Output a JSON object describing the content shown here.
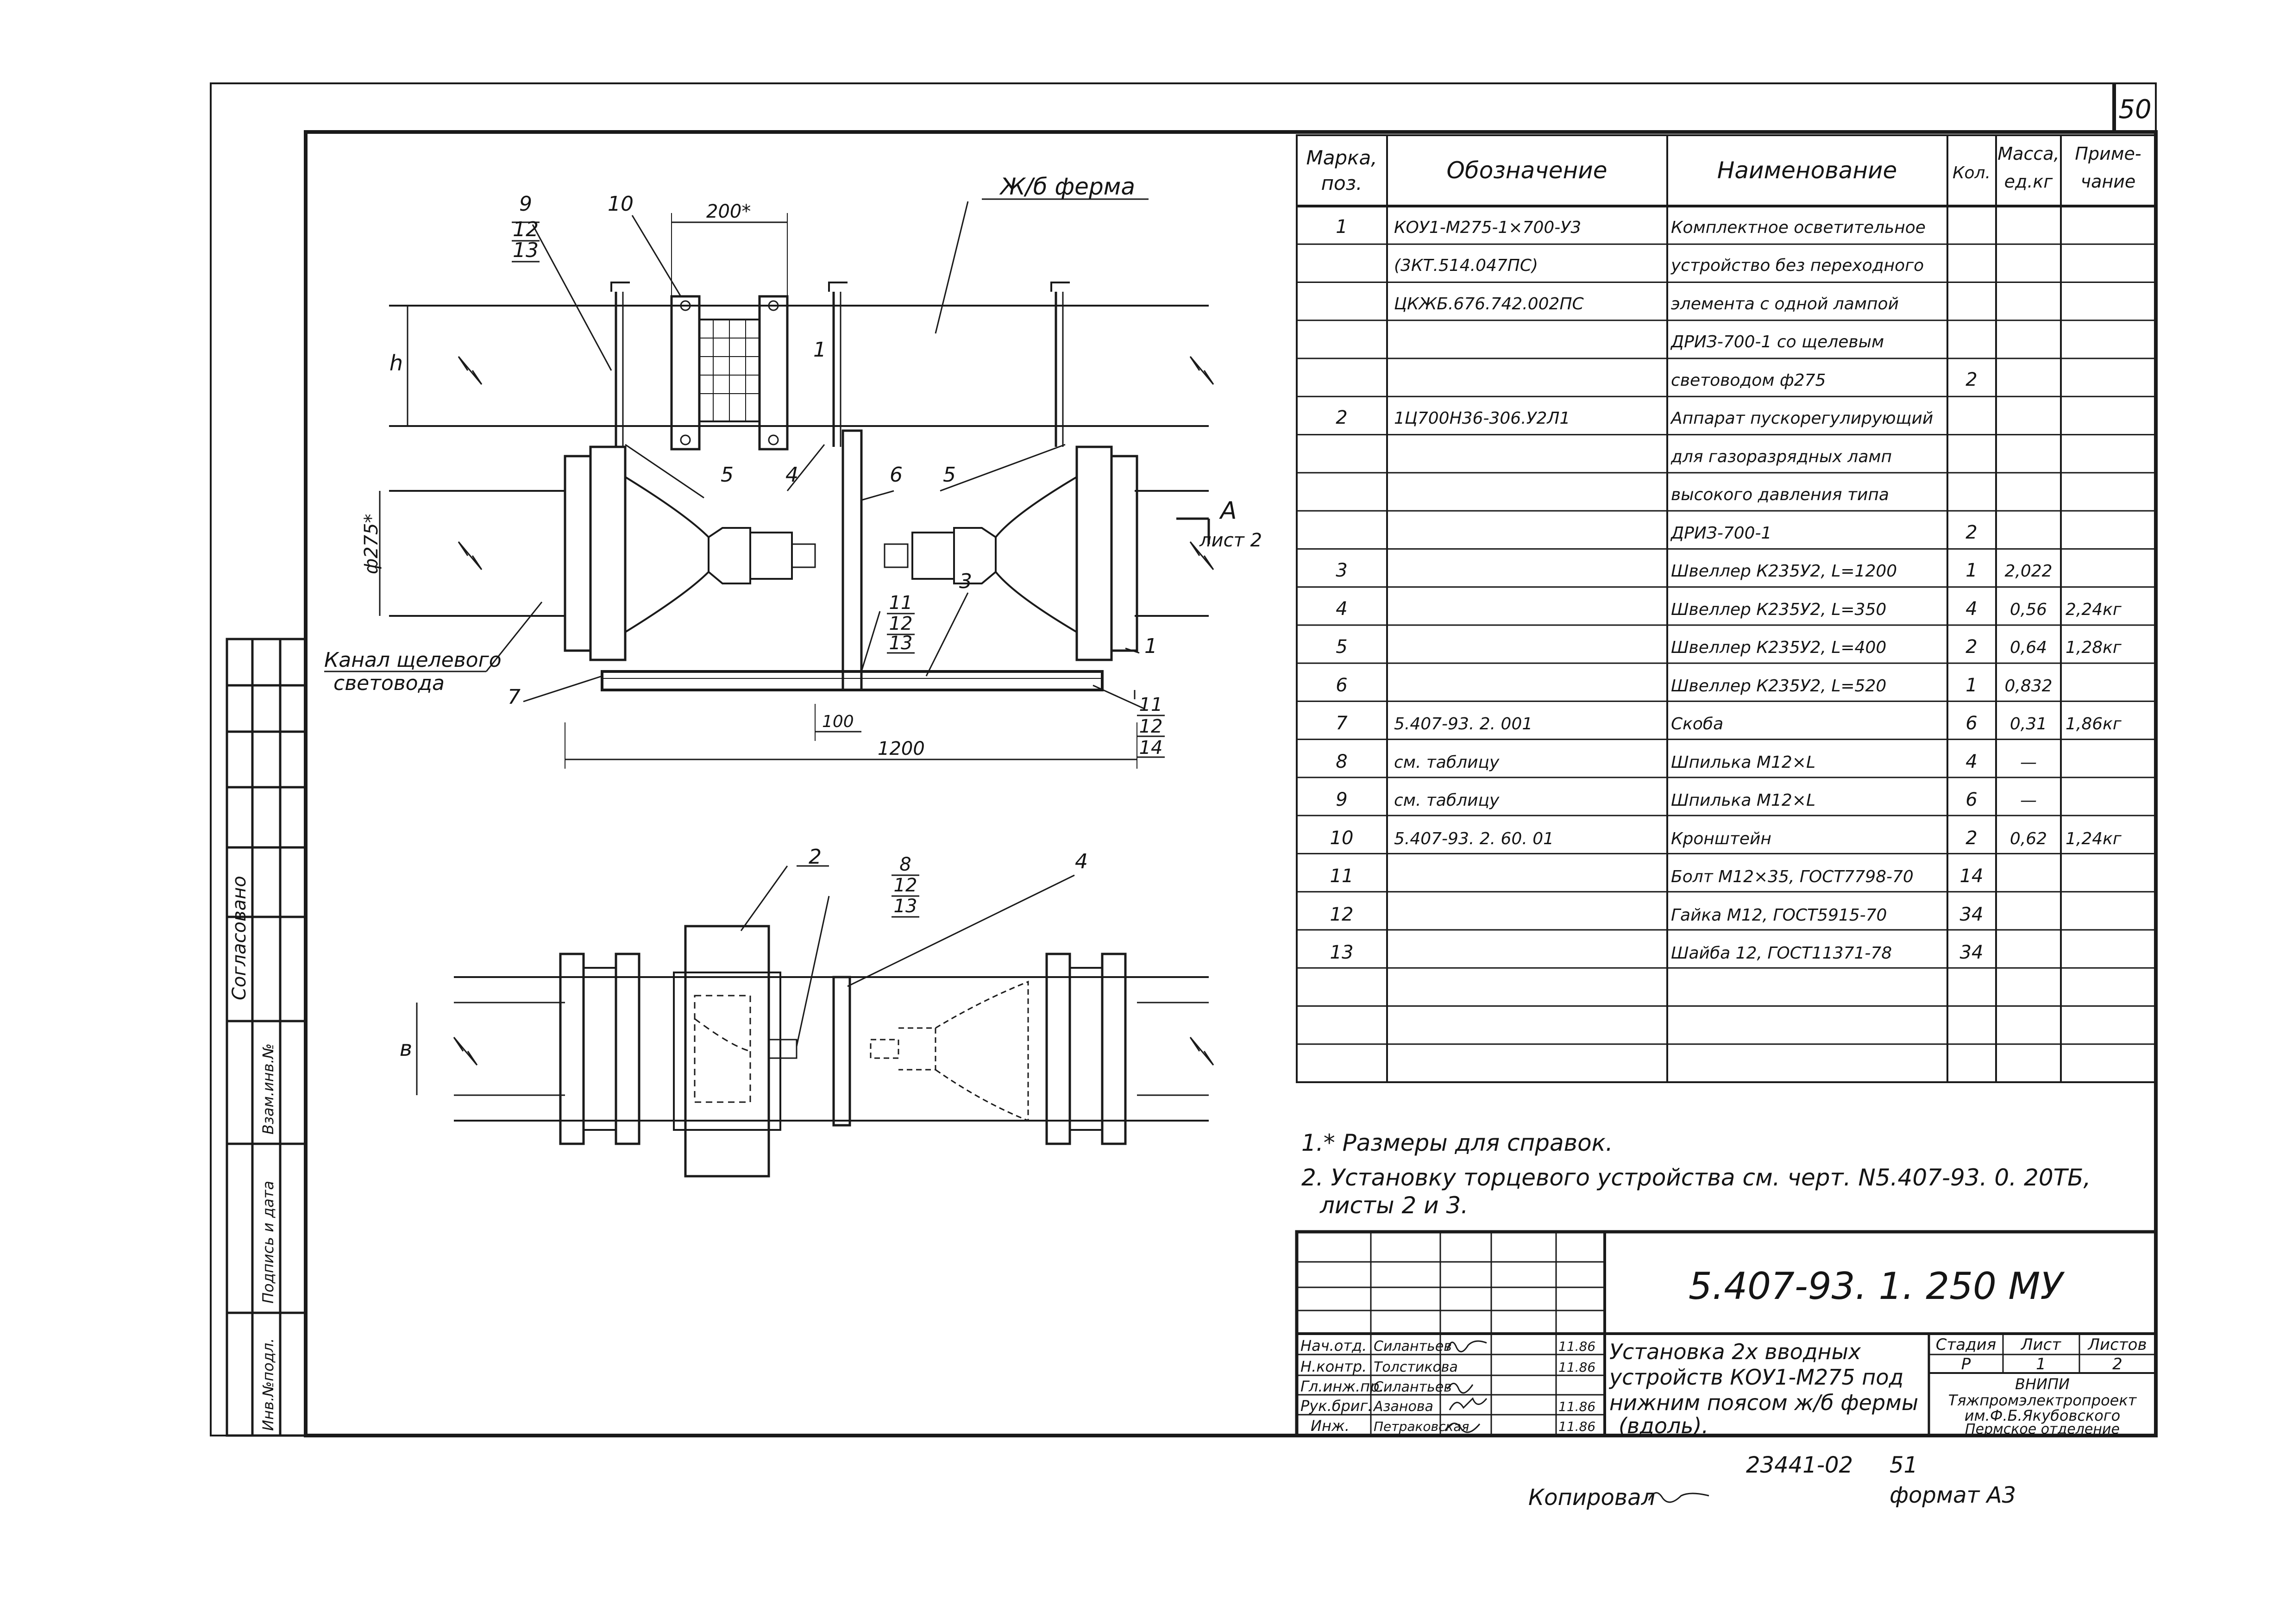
{
  "sheet_number": "50",
  "drawing_code": "5.407-93. 1. 250 МУ",
  "title_lines": [
    "Установка 2х вводных",
    "устройств КОУ1-М275 под",
    "нижним поясом ж/б фермы",
    "(вдоль)."
  ],
  "org_lines": [
    "ВНИПИ",
    "Тяжпромэлектропроект",
    "им.Ф.Б.Якубовского",
    "Пермское отделение"
  ],
  "stage_header": {
    "stage": "Стадия",
    "sheet": "Лист",
    "sheets": "Листов"
  },
  "stage_values": {
    "stage": "Р",
    "sheet": "1",
    "sheets": "2"
  },
  "signatures": [
    {
      "role": "Нач.отд.",
      "name": "Силантьев",
      "date": "11.86"
    },
    {
      "role": "Н.контр.",
      "name": "Толстикова",
      "date": "11.86"
    },
    {
      "role": "Гл.инж.пр.",
      "name": "Силантьев",
      "date": ""
    },
    {
      "role": "Рук.бриг.",
      "name": "Азанова",
      "date": "11.86"
    },
    {
      "role": "Инж.",
      "name": "Петраковская",
      "date": "11.86"
    }
  ],
  "side_stamp": {
    "agreed": "Согласовано",
    "inv_sub": "Взам.инв.№",
    "sign_date": "Подпись и дата",
    "inv_orig": "Инв.№подл."
  },
  "footer": {
    "archive": "23441-02",
    "page": "51",
    "copied": "Копировал",
    "format": "формат А3"
  },
  "notes": [
    "1.* Размеры для справок.",
    "2. Установку торцевого устройства см. черт. N5.407-93. 0. 20ТБ,",
    "листы 2 и 3."
  ],
  "spec_table": {
    "headers": {
      "mark": [
        "Марка,",
        "поз."
      ],
      "designation": "Обозначение",
      "name": "Наименование",
      "qty": "Кол.",
      "mass": [
        "Масса,",
        "ед.кг"
      ],
      "note": [
        "Приме-",
        "чание"
      ]
    },
    "rows": [
      {
        "mark": "1",
        "designation": "КОУ1-М275-1×700-У3",
        "name": "Комплектное осветительное",
        "qty": "",
        "mass": "",
        "note": ""
      },
      {
        "mark": "",
        "designation": "(3КТ.514.047ПС)",
        "name": "устройство без переходного",
        "qty": "",
        "mass": "",
        "note": ""
      },
      {
        "mark": "",
        "designation": "ЦКЖБ.676.742.002ПС",
        "name": "элемента с одной лампой",
        "qty": "",
        "mass": "",
        "note": ""
      },
      {
        "mark": "",
        "designation": "",
        "name": "ДРИЗ-700-1 со щелевым",
        "qty": "",
        "mass": "",
        "note": ""
      },
      {
        "mark": "",
        "designation": "",
        "name": "световодом ф275",
        "qty": "2",
        "mass": "",
        "note": ""
      },
      {
        "mark": "2",
        "designation": "1Ц700Н36-306.У2Л1",
        "name": "Аппарат пускорегулирующий",
        "qty": "",
        "mass": "",
        "note": ""
      },
      {
        "mark": "",
        "designation": "",
        "name": "для газоразрядных ламп",
        "qty": "",
        "mass": "",
        "note": ""
      },
      {
        "mark": "",
        "designation": "",
        "name": "высокого давления типа",
        "qty": "",
        "mass": "",
        "note": ""
      },
      {
        "mark": "",
        "designation": "",
        "name": "ДРИЗ-700-1",
        "qty": "2",
        "mass": "",
        "note": ""
      },
      {
        "mark": "3",
        "designation": "",
        "name": "Швеллер К235У2, L=1200",
        "qty": "1",
        "mass": "2,022",
        "note": ""
      },
      {
        "mark": "4",
        "designation": "",
        "name": "Швеллер К235У2, L=350",
        "qty": "4",
        "mass": "0,56",
        "note": "2,24кг"
      },
      {
        "mark": "5",
        "designation": "",
        "name": "Швеллер К235У2, L=400",
        "qty": "2",
        "mass": "0,64",
        "note": "1,28кг"
      },
      {
        "mark": "6",
        "designation": "",
        "name": "Швеллер К235У2, L=520",
        "qty": "1",
        "mass": "0,832",
        "note": ""
      },
      {
        "mark": "7",
        "designation": "5.407-93. 2. 001",
        "name": "Скоба",
        "qty": "6",
        "mass": "0,31",
        "note": "1,86кг"
      },
      {
        "mark": "8",
        "designation": "см. таблицу",
        "name": "Шпилька М12×L",
        "qty": "4",
        "mass": "—",
        "note": ""
      },
      {
        "mark": "9",
        "designation": "см. таблицу",
        "name": "Шпилька М12×L",
        "qty": "6",
        "mass": "—",
        "note": ""
      },
      {
        "mark": "10",
        "designation": "5.407-93. 2. 60. 01",
        "name": "Кронштейн",
        "qty": "2",
        "mass": "0,62",
        "note": "1,24кг"
      },
      {
        "mark": "11",
        "designation": "",
        "name": "Болт М12×35, ГОСТ7798-70",
        "qty": "14",
        "mass": "",
        "note": ""
      },
      {
        "mark": "12",
        "designation": "",
        "name": "Гайка М12, ГОСТ5915-70",
        "qty": "34",
        "mass": "",
        "note": ""
      },
      {
        "mark": "13",
        "designation": "",
        "name": "Шайба 12, ГОСТ11371-78",
        "qty": "34",
        "mass": "",
        "note": ""
      },
      {
        "mark": "",
        "designation": "",
        "name": "",
        "qty": "",
        "mass": "",
        "note": ""
      },
      {
        "mark": "",
        "designation": "",
        "name": "",
        "qty": "",
        "mass": "",
        "note": ""
      },
      {
        "mark": "",
        "designation": "",
        "name": "",
        "qty": "",
        "mass": "",
        "note": ""
      }
    ]
  },
  "drawing_labels": {
    "truss": "Ж/б ферма",
    "channel": [
      "Канал щелевого",
      "световода"
    ],
    "dim_200": "200*",
    "dim_275": "ф275*",
    "dim_h": "h",
    "dim_100": "100",
    "dim_1200": "1200",
    "dim_b": "в",
    "section_letter": "А",
    "section_ref": "лист 2",
    "callouts": [
      "9",
      "12",
      "13",
      "10",
      "1",
      "5",
      "4",
      "6",
      "5",
      "11",
      "12",
      "13",
      "3",
      "7",
      "1",
      "11",
      "12",
      "14",
      "2",
      "8",
      "12",
      "13",
      "4"
    ]
  }
}
